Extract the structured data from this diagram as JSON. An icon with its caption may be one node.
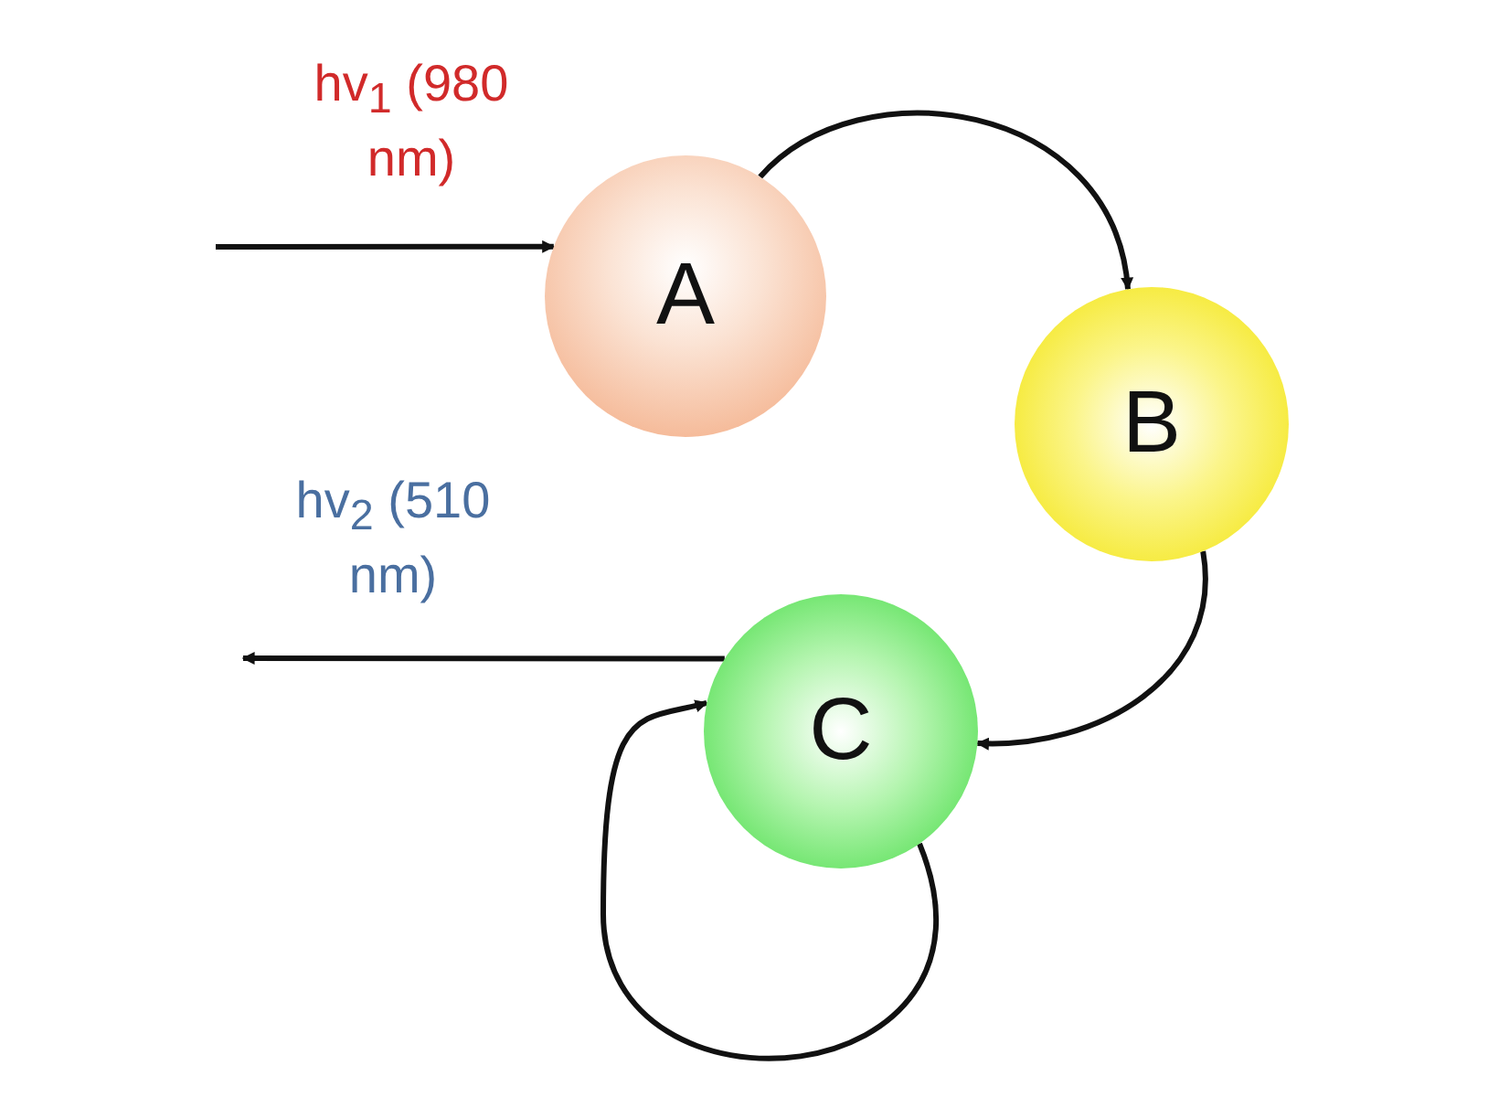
{
  "diagram": {
    "nodes": [
      {
        "text": [
          "A"
        ]
      },
      {
        "text": [
          "B"
        ]
      },
      {
        "text": [
          "C"
        ]
      }
    ],
    "edges": [
      {
        "from": null,
        "to": 0,
        "arrow": "to",
        "label": "hv$_{1}$ (980 nm)"
      },
      {
        "from": 0,
        "to": 1,
        "arrow": "to"
      },
      {
        "from": 1,
        "to": 2,
        "arrow": "to"
      },
      {
        "from": 2,
        "to": 2,
        "arrow": "to"
      },
      {
        "from": 2,
        "to": null,
        "arrow": "to",
        "label": "hv$_{2}$ (510 nm)"
      }
    ]
  }
}
